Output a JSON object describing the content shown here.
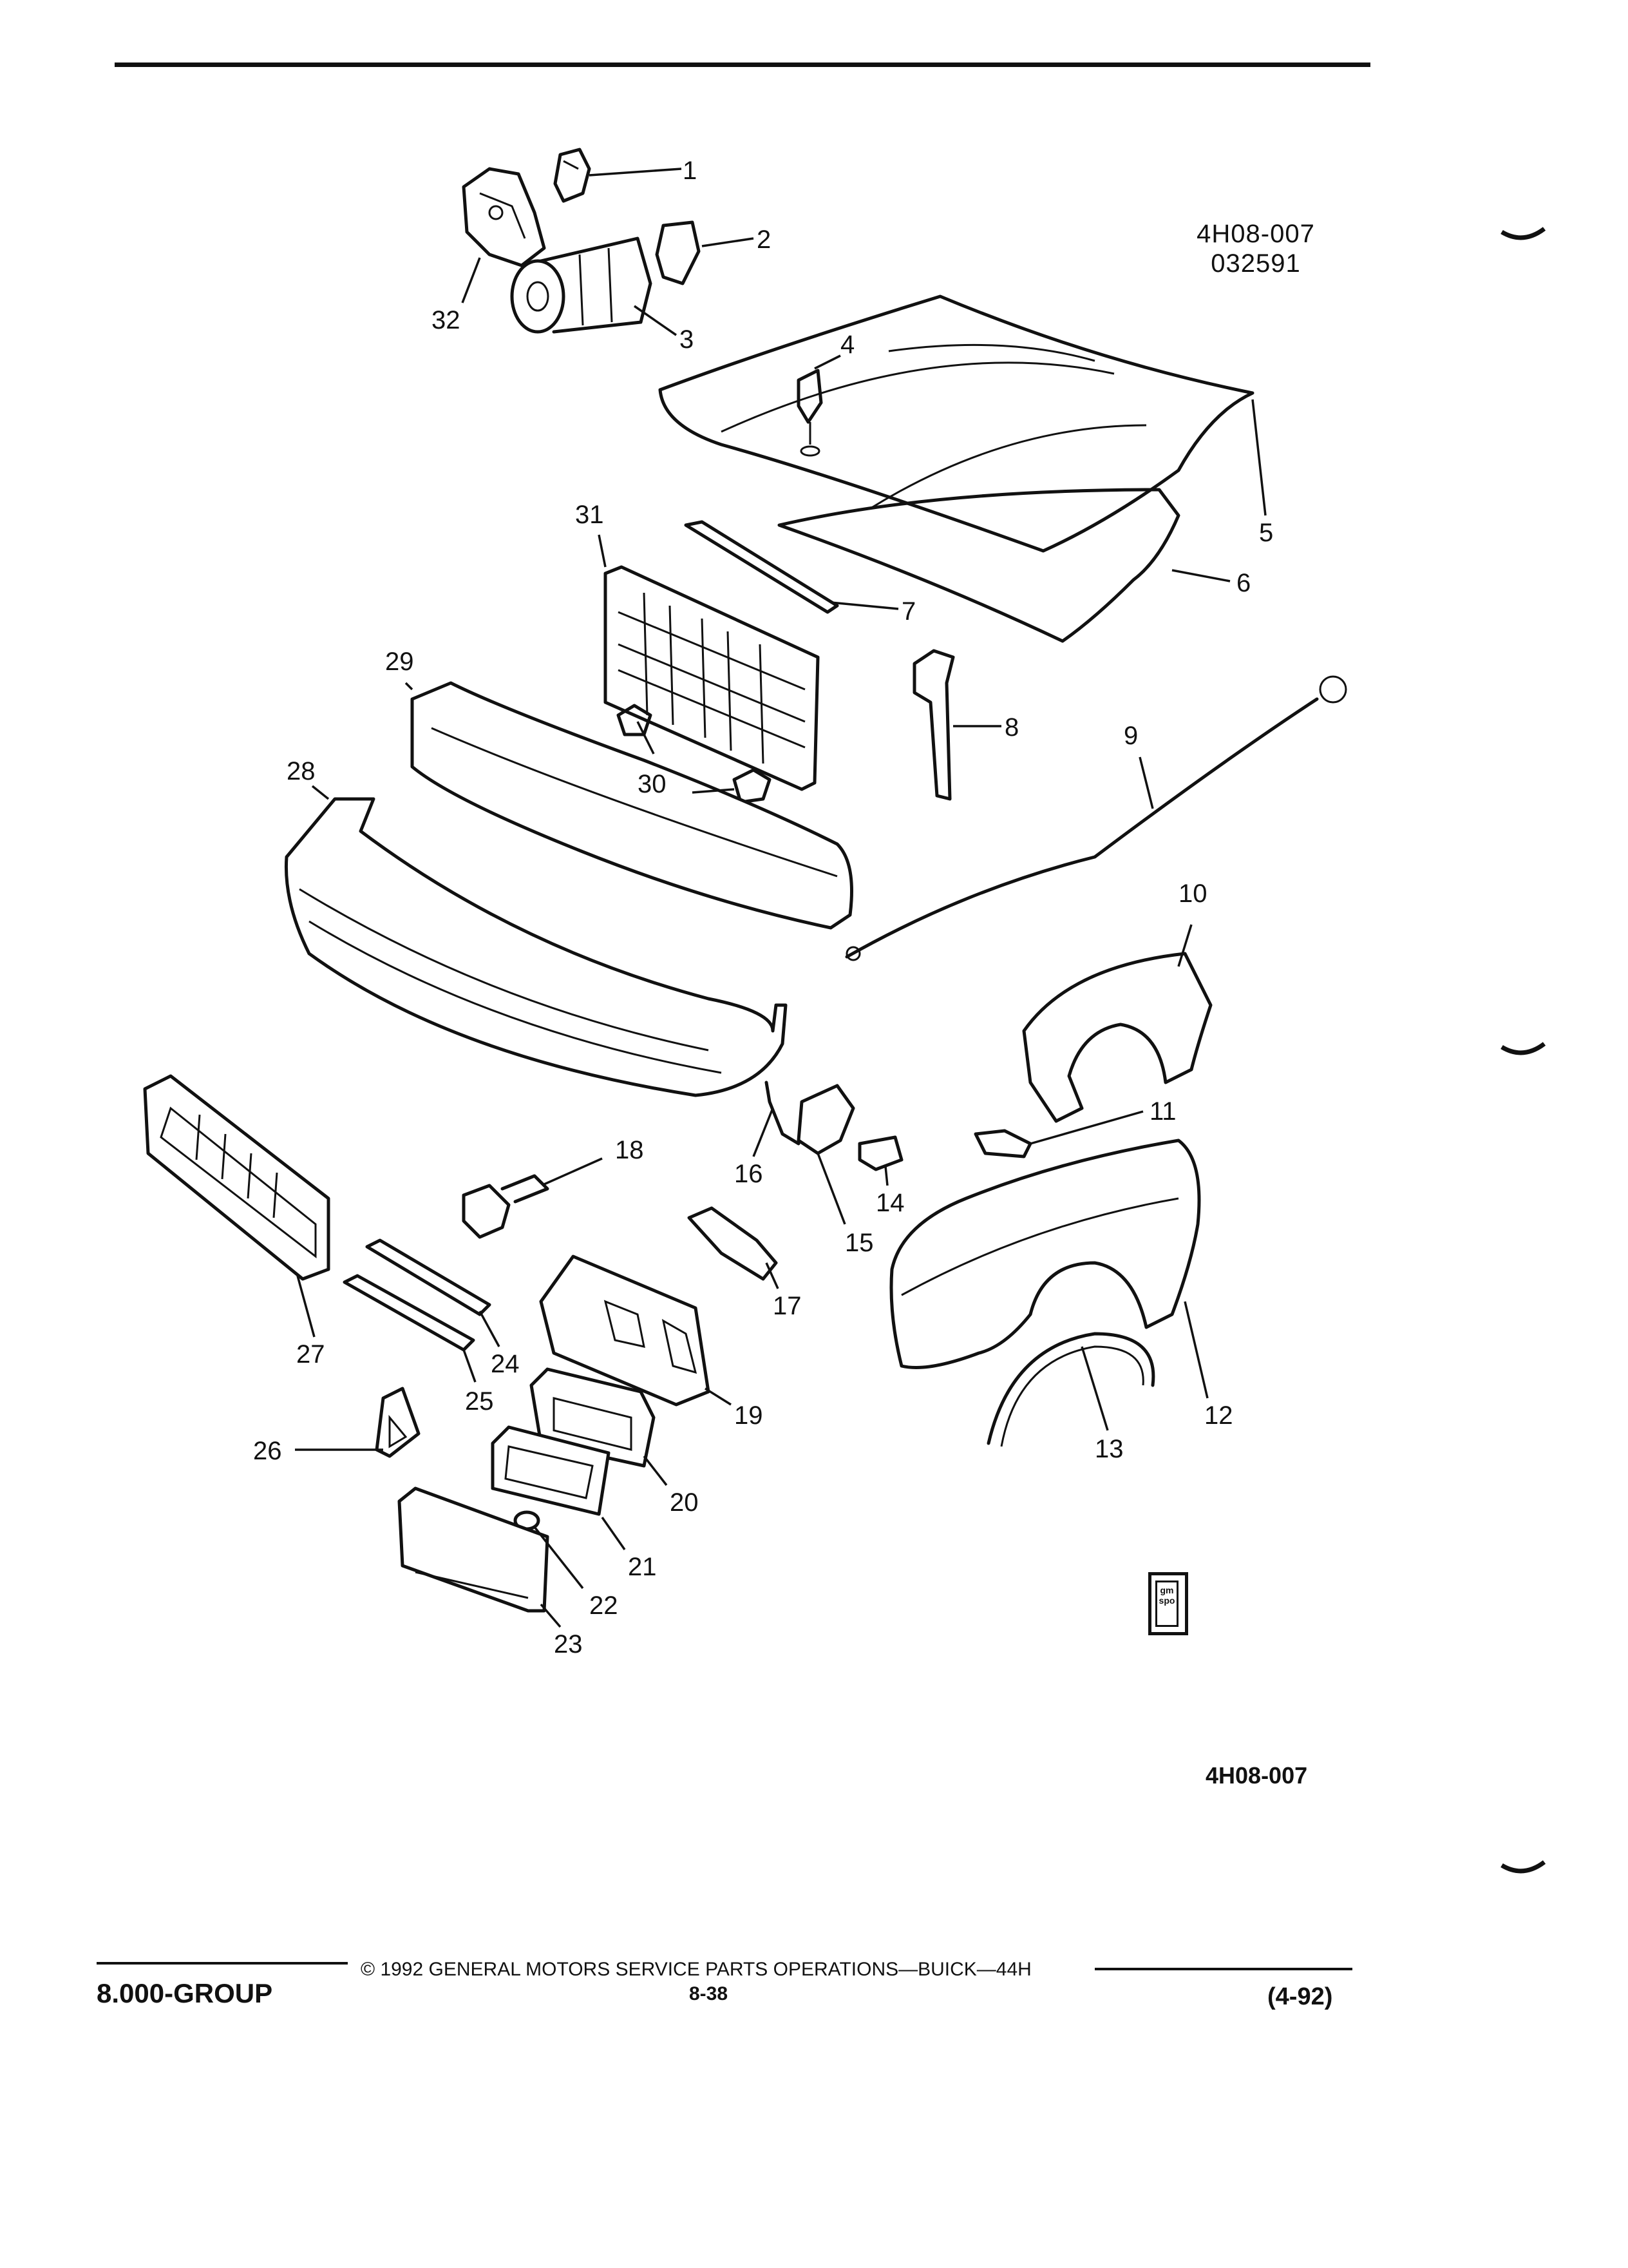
{
  "header": {
    "diagram_id_line1": "4H08-007",
    "diagram_id_line2": "032591"
  },
  "callouts": [
    "1",
    "2",
    "3",
    "4",
    "5",
    "6",
    "7",
    "8",
    "9",
    "10",
    "11",
    "12",
    "13",
    "14",
    "15",
    "16",
    "17",
    "18",
    "19",
    "20",
    "21",
    "22",
    "23",
    "24",
    "25",
    "26",
    "27",
    "28",
    "29",
    "30",
    "31",
    "32"
  ],
  "logo": {
    "line1": "gm",
    "line2": "spo"
  },
  "figure_code": "4H08-007",
  "footer": {
    "group": "8.000-GROUP",
    "copyright": "© 1992 GENERAL MOTORS SERVICE PARTS OPERATIONS—BUICK—44H",
    "page": "8-38",
    "revision": "(4-92)"
  }
}
